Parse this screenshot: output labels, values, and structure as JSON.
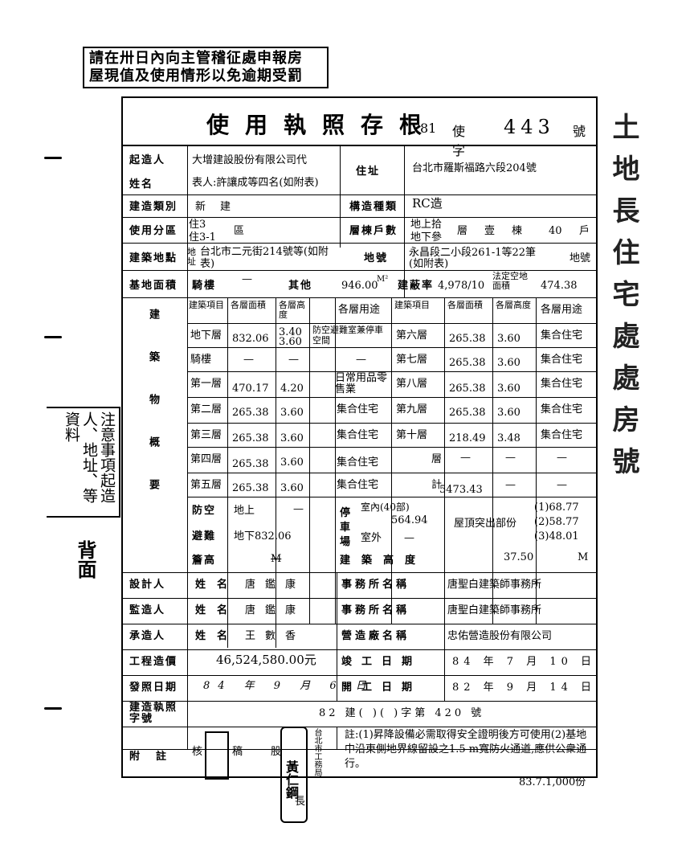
{
  "top_stamp": {
    "line1": "請在卅日內向主管稽征處申報房",
    "line2": "屋現值及使用情形以免逾期受罰"
  },
  "right_margin": {
    "chars": "土地長住宅處處房號"
  },
  "left_note": {
    "text": "注意事項起造人、地址、等資料",
    "back": "背面"
  },
  "document": {
    "title": "使用執照存根",
    "year": "81",
    "type": "使字",
    "number": "443",
    "suffix": "號"
  },
  "applicant": {
    "label_top": "起造人",
    "label_bottom": "姓名",
    "name_line1": "大增建設股份有限公司代",
    "name_line2": "表人:許讓成等四名(如附表)",
    "address_label": "住址",
    "address": "台北市羅斯福路六段204號"
  },
  "building": {
    "category_label": "建造類別",
    "category": "新建",
    "structure_label": "構造種類",
    "structure": "RC造",
    "zone_label": "使用分區",
    "zone_1": "住3",
    "zone_2": "住3-1",
    "zone_unit": "區",
    "floors_label": "層棟戶數",
    "floors_above": "地上拾",
    "floors_below": "地下參",
    "floors_layer": "層",
    "floors_bldg_count": "壹",
    "floors_bldg_unit": "棟",
    "floors_units": "40",
    "floors_unit_label": "戶",
    "site_label": "建築地點",
    "site_sublabel": "地址",
    "site_address": "台北市二元街214號等(如附表)",
    "lot_label": "地號",
    "lot": "永昌段二小段261-1等22筆(如附表)",
    "lot_tail": "地號"
  },
  "areas": {
    "base_label": "基地面積",
    "arcade_label": "騎樓",
    "arcade_value": "—",
    "other_label": "其他",
    "other_value": "946.00",
    "unit_m2": "M²",
    "coverage_label": "建蔽率",
    "coverage_value": "4,978/10",
    "open_space_label": "法定空地面積",
    "open_space_value": "474.38"
  },
  "floor_table": {
    "side_label": "建築物概要",
    "headers": [
      "建築項目",
      "各層面積",
      "各層高度",
      "各層用途",
      "建築項目",
      "各層面積",
      "各層高度",
      "各層用途"
    ],
    "rows": [
      {
        "item": "地下層",
        "area": "832.06",
        "height": "3.40 3.60",
        "use": "防空避難室兼停車空間",
        "item2": "第六層",
        "area2": "265.38",
        "height2": "3.60",
        "use2": "集合住宅"
      },
      {
        "item": "騎樓",
        "area": "—",
        "height": "—",
        "use": "—",
        "item2": "第七層",
        "area2": "265.38",
        "height2": "3.60",
        "use2": "集合住宅"
      },
      {
        "item": "第一層",
        "area": "470.17",
        "height": "4.20",
        "use": "日常用品零售業",
        "item2": "第八層",
        "area2": "265.38",
        "height2": "3.60",
        "use2": "集合住宅"
      },
      {
        "item": "第二層",
        "area": "265.38",
        "height": "3.60",
        "use": "集合住宅",
        "item2": "第九層",
        "area2": "265.38",
        "height2": "3.60",
        "use2": "集合住宅"
      },
      {
        "item": "第三層",
        "area": "265.38",
        "height": "3.60",
        "use": "集合住宅",
        "item2": "第十層",
        "area2": "218.49",
        "height2": "3.48",
        "use2": "集合住宅"
      },
      {
        "item": "第四層",
        "area": "265.38",
        "height": "3.60",
        "use": "集合住宅",
        "item2": "層",
        "area2": "—",
        "height2": "—",
        "use2": "—"
      },
      {
        "item": "第五層",
        "area": "265.38",
        "height": "3.60",
        "use": "集合住宅",
        "item2": "計",
        "area2": "5473.43",
        "height2": "—",
        "use2": "—"
      }
    ],
    "defense_label": "防空",
    "defense_above": "地上",
    "defense_above_value": "—",
    "evac_label": "避難",
    "evac_below": "地下832.06",
    "parking_label": "停車場",
    "parking_inside": "室內(40部)",
    "parking_inside_value": "564.94",
    "parking_outside": "室外",
    "parking_outside_value": "—",
    "roof_label": "屋頂突出部份",
    "roof_values": [
      "(1)68.77",
      "(2)58.77",
      "(3)48.01"
    ],
    "eave_label": "簷高",
    "eave_value": "M",
    "bldg_height_label": "建築高度",
    "bldg_height_value": "37.50",
    "bldg_height_unit": "M"
  },
  "people": {
    "designer_label": "設計人",
    "supervisor_label": "監造人",
    "contractor_label": "承造人",
    "name_label": "姓名",
    "designer_name": "唐鑑康",
    "supervisor_name": "唐鑑康",
    "contractor_name": "王數香",
    "office_label": "事務所名稱",
    "firm_label": "營造廠名稱",
    "designer_office": "唐聖白建築師事務所",
    "supervisor_office": "唐聖白建築師事務所",
    "contractor_firm": "忠佑營造股份有限公司"
  },
  "cost": {
    "label": "工程造價",
    "value": "46,524,580.00元",
    "completion_label": "竣工日期",
    "completion": "84 年 7 月 10 日"
  },
  "dates": {
    "issue_label": "發照日期",
    "issue": "84 年 9 月 6 日",
    "start_label": "開工日期",
    "start": "82 年 9 月 14 日"
  },
  "permit": {
    "label": "建造執照字號",
    "value": "82 建( )( )字第 420 號"
  },
  "notes": {
    "label": "附註",
    "text": "註:(1)昇降設備必需取得安全證明後方可使用(2)基地中沿東側地界線留設之1.5 m寬防火通道,應供公衆通行。",
    "sign_cols": [
      "核",
      "稿",
      "股",
      "長"
    ],
    "seal_text": "黃仁鋼",
    "stamp_side": "台北市工務局"
  },
  "footer": "83.7.1,000份"
}
